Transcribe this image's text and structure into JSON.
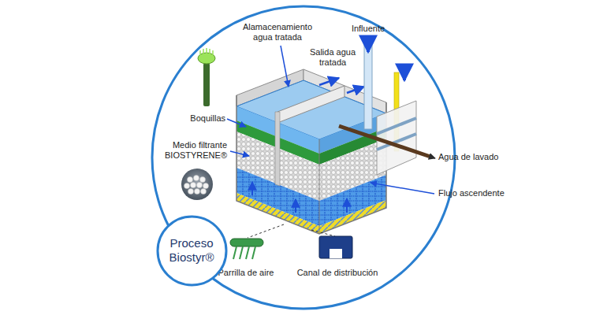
{
  "diagram": {
    "nodes": [
      {
        "text": [
          "Proceso Biostyr®"
        ]
      }
    ],
    "labels": [
      "Alamacenamiento agua tratada",
      "Salida agua tratada",
      "Influente",
      "Boquillas",
      "Medio filtrante BIOSTYRENE®",
      "Agua de lavado",
      "Flujo ascendente",
      "Parrilla de aire",
      "Canal de distribución"
    ]
  }
}
